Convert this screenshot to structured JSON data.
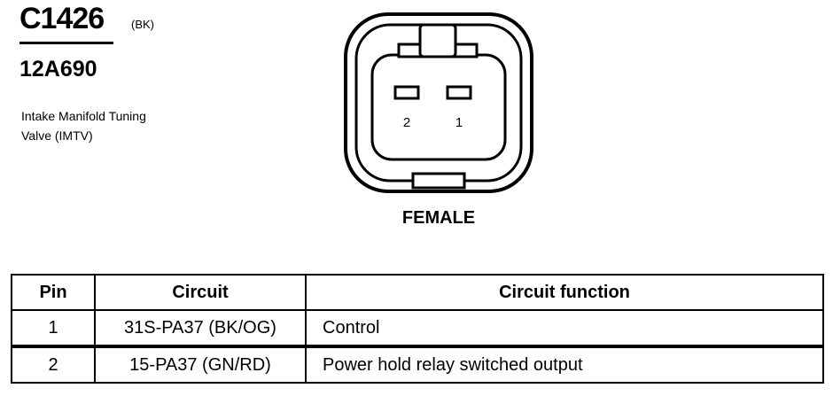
{
  "header": {
    "connector_id": "C1426",
    "color_code": "(BK)",
    "part_number": "12A690",
    "description": "Intake Manifold Tuning Valve (IMTV)"
  },
  "connector": {
    "gender": "FEMALE",
    "pin_labels": [
      "2",
      "1"
    ]
  },
  "pin_table": {
    "headers": [
      "Pin",
      "Circuit",
      "Circuit function"
    ],
    "rows": [
      {
        "pin": "1",
        "circuit": "31S-PA37 (BK/OG)",
        "function": "Control"
      },
      {
        "pin": "2",
        "circuit": "15-PA37 (GN/RD)",
        "function": "Power hold relay switched output"
      }
    ]
  }
}
